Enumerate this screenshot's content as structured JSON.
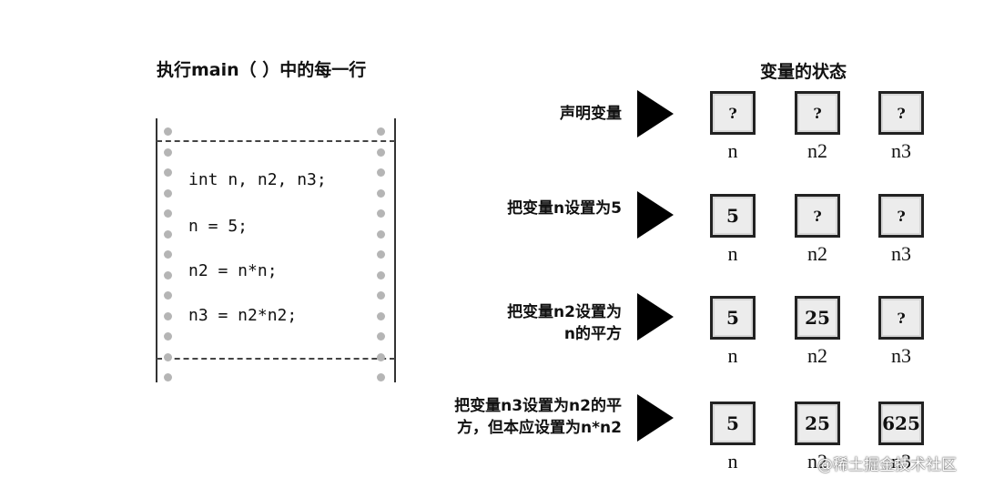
{
  "left_title": "执行main（ ）中的每一行",
  "right_title": "变量的状态",
  "code_lines": [
    "int n, n2, n3;",
    "n = 5;",
    "n2 = n*n;",
    "n3 = n2*n2;"
  ],
  "steps": [
    {
      "label_lines": [
        "声明变量"
      ],
      "values": [
        "?",
        "?",
        "?"
      ]
    },
    {
      "label_lines": [
        "把变量n设置为5"
      ],
      "values": [
        "5",
        "?",
        "?"
      ]
    },
    {
      "label_lines": [
        "把变量n2设置为",
        "n的平方"
      ],
      "values": [
        "5",
        "25",
        "?"
      ]
    },
    {
      "label_lines": [
        "把变量n3设置为n2的平",
        "方，但本应设置为n*n2"
      ],
      "values": [
        "5",
        "25",
        "625"
      ]
    }
  ],
  "var_names": [
    "n",
    "n2",
    "n3"
  ],
  "watermark": "@稀土掘金技术社区"
}
